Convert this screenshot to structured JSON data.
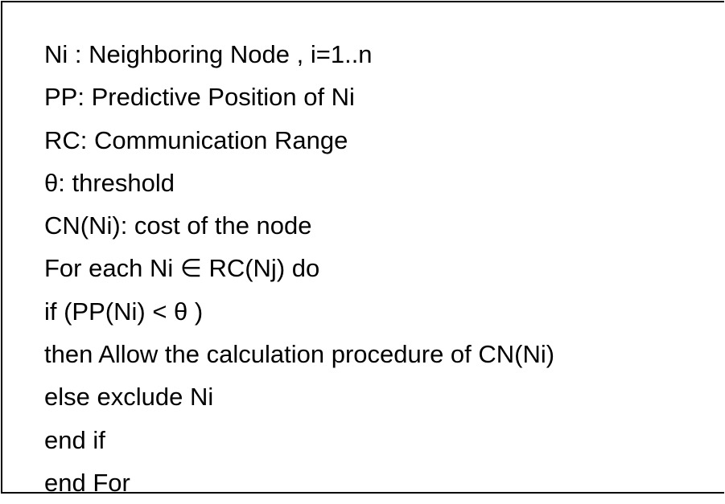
{
  "algorithm": {
    "lines": [
      "Ni : Neighboring Node , i=1..n",
      "PP: Predictive Position of Ni",
      "RC: Communication Range",
      "θ: threshold",
      "CN(Ni): cost of the node",
      "For each Ni ∈ RC(Nj) do",
      "if (PP(Ni) < θ )",
      "then Allow the calculation procedure of CN(Ni)",
      "else exclude Ni",
      "end if",
      "end For"
    ]
  }
}
